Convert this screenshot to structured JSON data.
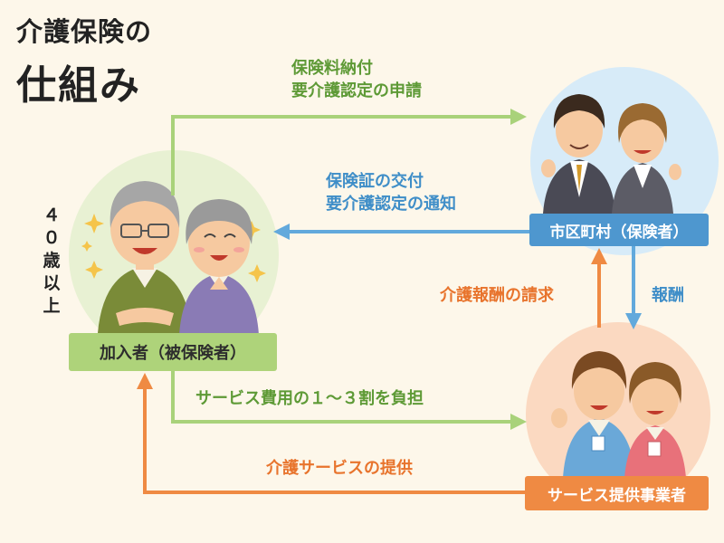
{
  "title": {
    "line1": "介護保険の",
    "line2": "仕組み"
  },
  "age_label": [
    "４",
    "０",
    "歳",
    "以",
    "上"
  ],
  "nodes": {
    "member": "加入者（被保険者）",
    "insurer": "市区町村（保険者）",
    "provider": "サービス提供事業者"
  },
  "flows": {
    "member_to_insurer": {
      "line1": "保険料納付",
      "line2": "要介護認定の申請"
    },
    "insurer_to_member": {
      "line1": "保険証の交付",
      "line2": "要介護認定の通知"
    },
    "provider_to_insurer": "介護報酬の請求",
    "insurer_to_provider": "報酬",
    "member_to_provider": "サービス費用の１～３割を負担",
    "provider_to_member": "介護サービスの提供"
  },
  "colors": {
    "background": "#fdf7ea",
    "green": "#a9d27a",
    "blue": "#62a9dc",
    "orange": "#ef8a43"
  }
}
